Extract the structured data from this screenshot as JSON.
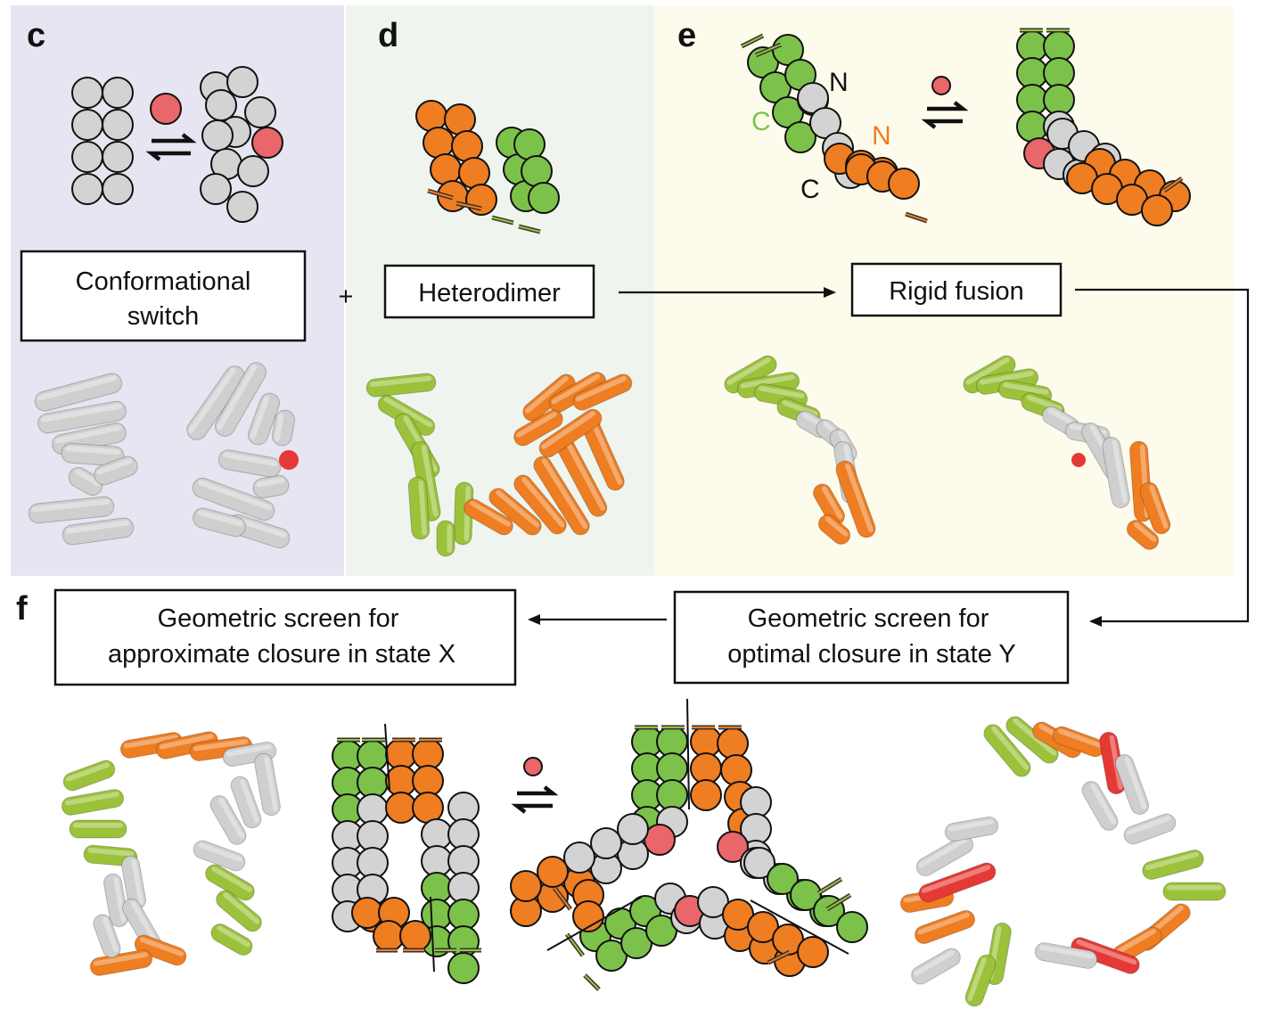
{
  "colors": {
    "panel_c_bg": "#e6e5f1",
    "panel_d_bg": "#eff5ee",
    "panel_e_bg": "#fdfcec",
    "gray": "#d3d3d3",
    "green": "#7cc24a",
    "orange": "#ef7d21",
    "red": "#e9666a",
    "ribbon_green": "#9bc23a",
    "ribbon_orange": "#ef7d21",
    "ribbon_gray": "#cfcfcf",
    "ribbon_red": "#e53935"
  },
  "panels": {
    "c": {
      "letter": "c",
      "box_lines": [
        "Conformational",
        "switch"
      ]
    },
    "d": {
      "letter": "d",
      "box": "Heterodimer"
    },
    "e": {
      "letter": "e",
      "box": "Rigid fusion",
      "labels": {
        "n_top": "N",
        "c_green": "C",
        "n_orange": "N",
        "c_bottom": "C"
      }
    },
    "f": {
      "letter": "f",
      "box_left_lines": [
        "Geometric screen for",
        "approximate closure in state X"
      ],
      "box_right_lines": [
        "Geometric screen for",
        "optimal closure in state Y"
      ]
    }
  },
  "plus": "+",
  "icons": [
    "equilibrium-arrows-icon",
    "ligand-dot-icon",
    "arrow-right-icon",
    "arrow-left-icon"
  ]
}
